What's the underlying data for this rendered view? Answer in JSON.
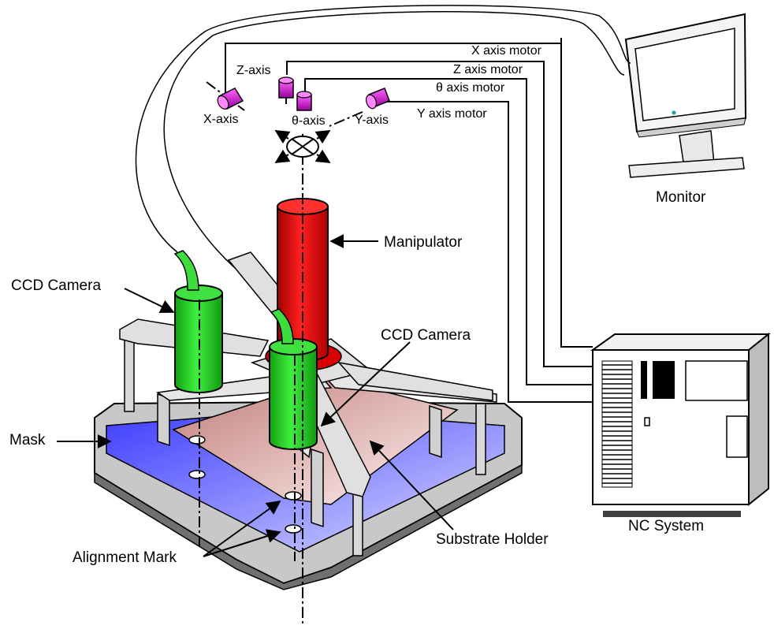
{
  "labels": {
    "x_axis_motor": "X axis motor",
    "z_axis_motor": "Z axis motor",
    "theta_axis_motor": "θ axis motor",
    "y_axis_motor": "Y axis motor",
    "z_axis": "Z-axis",
    "x_axis": "X-axis",
    "theta_axis": "θ-axis",
    "y_axis": "Y-axis",
    "monitor": "Monitor",
    "manipulator": "Manipulator",
    "ccd_camera_left": "CCD Camera",
    "ccd_camera_right": "CCD Camera",
    "mask": "Mask",
    "nc_system": "NC System",
    "substrate_holder": "Substrate Holder",
    "alignment_mark": "Alignment Mark"
  },
  "colors": {
    "manipulator": "#e00000",
    "camera": "#1fd21f",
    "mask": "#5a5aff",
    "substrate": "#e8b8b4",
    "motor": "#d000d0",
    "frame": "#e0e0e0",
    "base": "#909090"
  }
}
